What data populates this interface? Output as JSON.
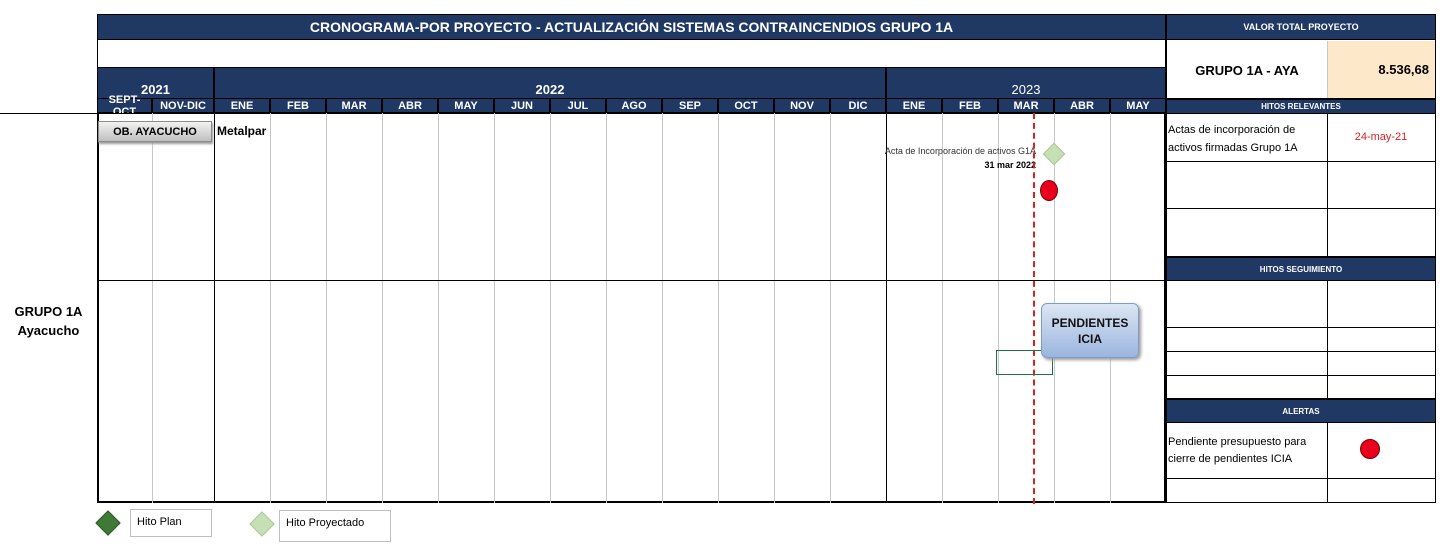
{
  "title": "CRONOGRAMA-POR PROYECTO  - ACTUALIZACIÓN SISTEMAS CONTRAINCENDIOS GRUPO 1A",
  "years": {
    "y2021": "2021",
    "y2022": "2022",
    "y2023": "2023"
  },
  "months": [
    "SEPT-OCT",
    "NOV-DIC",
    "ENE",
    "FEB",
    "MAR",
    "ABR",
    "MAY",
    "JUN",
    "JUL",
    "AGO",
    "SEP",
    "OCT",
    "NOV",
    "DIC",
    "ENE",
    "FEB",
    "MAR",
    "ABR",
    "MAY"
  ],
  "row_label": {
    "line1": "GRUPO 1A",
    "line2": "Ayacucho"
  },
  "chart": {
    "ob_button": "OB. AYACUCHO",
    "contractor": "Metalpar",
    "milestone_label": "Acta de Incorporación de activos G1A",
    "milestone_date": "31 mar 2022",
    "pendientes_box": "PENDIENTES ICIA"
  },
  "right_panel": {
    "valor_header": "VALOR TOTAL PROYECTO",
    "grupo_label": "GRUPO 1A - AYA",
    "valor": "8.536,68",
    "hitos_relevantes_header": "HITOS RELEVANTES",
    "hito1_text": "Actas de incorporación de activos firmadas Grupo 1A",
    "hito1_date": "24-may-21",
    "hitos_seguimiento_header": "HITOS SEGUIMIENTO",
    "alertas_header": "ALERTAS",
    "alerta1_text": "Pendiente presupuesto para cierre de pendientes ICIA"
  },
  "legend": {
    "plan": "Hito Plan",
    "proyectado": "Hito Proyectado"
  },
  "colors": {
    "header_navy": "#1f3864",
    "valor_bg": "#fde9c9",
    "today_line": "#e02020",
    "alert_red": "#e8001c",
    "hito_plan": "#3e7a35",
    "hito_proyectado": "#c6e0b4",
    "pendientes_bg": "#b4c7e7"
  }
}
